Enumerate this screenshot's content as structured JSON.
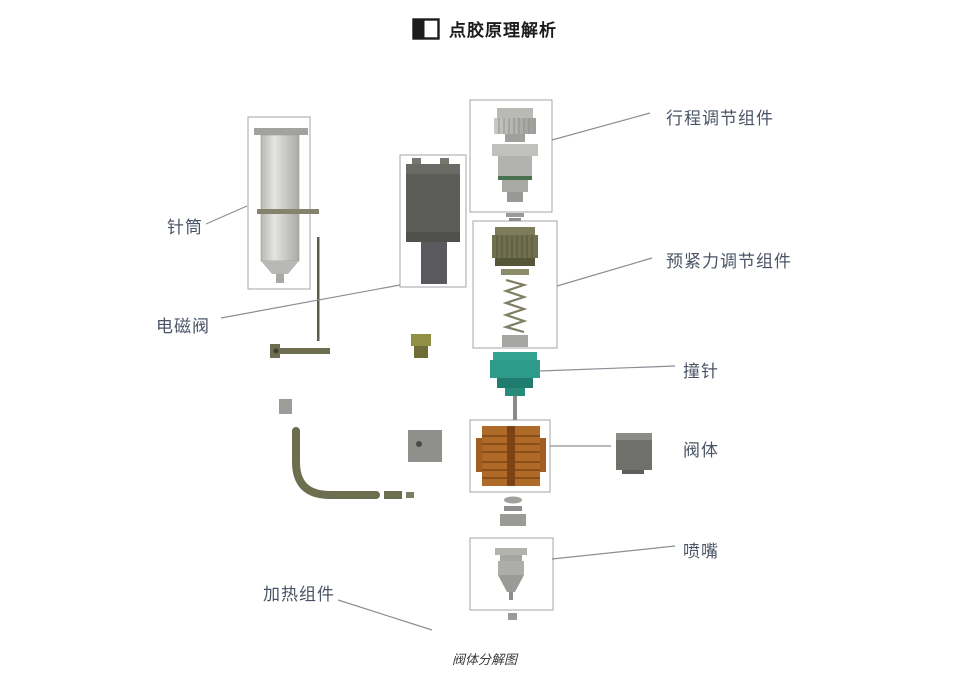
{
  "header": {
    "title": "点胶原理解析",
    "icon": "split-square-icon"
  },
  "caption": "阀体分解图",
  "labels": {
    "stroke_adjustment": "行程调节组件",
    "preload_adjustment": "预紧力调节组件",
    "striker_pin": "撞针",
    "valve_body": "阀体",
    "nozzle": "喷嘴",
    "syringe": "针筒",
    "solenoid_valve": "电磁阀",
    "heating_assembly": "加热组件"
  },
  "colors": {
    "label_text": "#4a5466",
    "leader_line": "#8a8f96",
    "box_outline": "#a0a4a8",
    "striker_teal": "#2e9a8a",
    "valve_copper": "#b06a28",
    "preload_olive": "#70704e",
    "tube_olive": "#6d6d4f"
  }
}
